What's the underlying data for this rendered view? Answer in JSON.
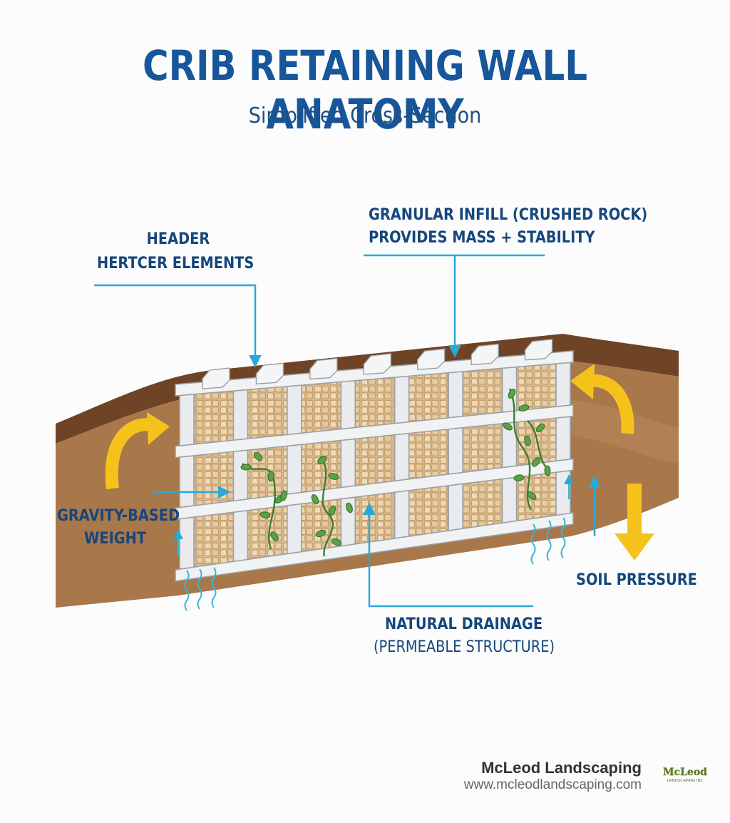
{
  "header": {
    "title": "CRIB RETAINING WALL ANATOMY",
    "subtitle": "Simplified Cross-Section"
  },
  "callouts": {
    "header_line1": "HEADER",
    "header_line2": "HERTCER ELEMENTS",
    "infill_line1": "GRANULAR INFILL (CRUSHED ROCK)",
    "infill_line2": "PROVIDES MASS + STABILITY",
    "gravity_line1": "GRAVITY-BASED",
    "gravity_line2": "WEIGHT",
    "soil_pressure": "SOIL PRESSURE",
    "drainage_line1": "NATURAL DRAINAGE",
    "drainage_line2": "(PERMEABLE STRUCTURE)"
  },
  "footer": {
    "brand_name": "McLeod Landscaping",
    "brand_url": "www.mcleodlandscaping.com",
    "logo_text": "McLeod",
    "logo_subtext": "LANDSCAPING INC"
  },
  "colors": {
    "title_blue": "#17569a",
    "callout_line": "#2aa8d8",
    "arrow_yellow": "#f5c21b",
    "soil": "#a8774a",
    "soil_top": "#6e4326",
    "crib_frame": "#e9ebee",
    "rock": "#e6c9a0",
    "vine": "#4a9a3a"
  }
}
